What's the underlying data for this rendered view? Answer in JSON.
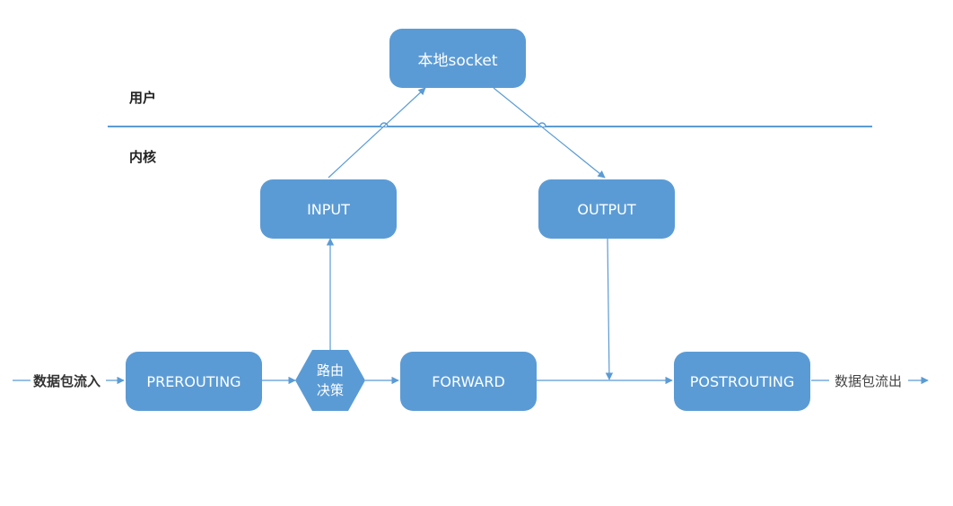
{
  "labels": {
    "user": "用户",
    "kernel": "内核"
  },
  "nodes": {
    "socket": "本地socket",
    "input": "INPUT",
    "output": "OUTPUT",
    "prerouting": "PREROUTING",
    "routing_line1": "路由",
    "routing_line2": "决策",
    "forward": "FORWARD",
    "postrouting": "POSTROUTING"
  },
  "flow": {
    "in_label": "数据包流入",
    "out_label": "数据包流出"
  },
  "colors": {
    "box_fill": "#5b9bd5",
    "line": "#5b9bd5",
    "text_on_box": "#ffffff"
  }
}
